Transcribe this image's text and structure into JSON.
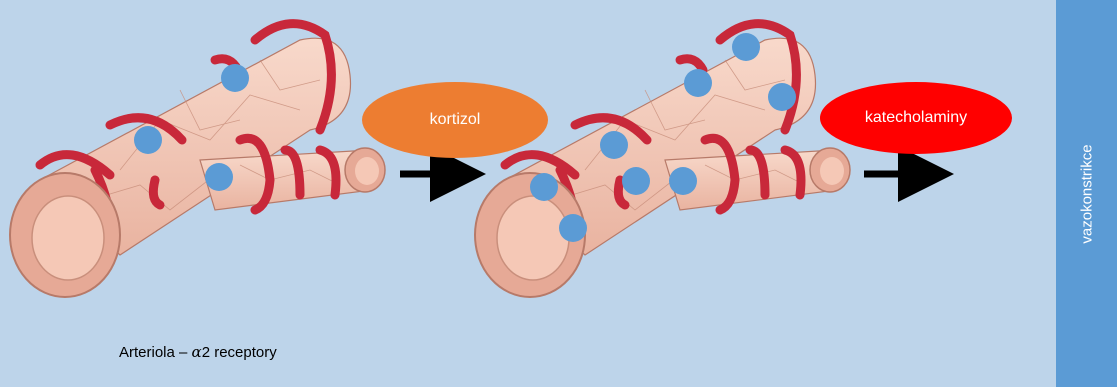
{
  "colors": {
    "background": "#bdd4ea",
    "sidebar": "#5b9bd5",
    "cortisol_ellipse": "#ed7d31",
    "catecholamine_ellipse": "#ff0000",
    "receptor": "#5b9bd5",
    "vessel_wall": "#f4c9b8",
    "muscle_band": "#c8283a",
    "arrow": "#000000"
  },
  "stimuli": {
    "cortisol": "kortizol",
    "catecholamines": "katecholaminy"
  },
  "outcome": "vazokonstrikce",
  "caption": {
    "prefix": "Arteriola – ",
    "alpha": "α",
    "suffix": "2 receptory"
  },
  "icons": [
    "arteriole-illustration-icon",
    "receptor-dot-icon",
    "arrow-right-icon"
  ]
}
